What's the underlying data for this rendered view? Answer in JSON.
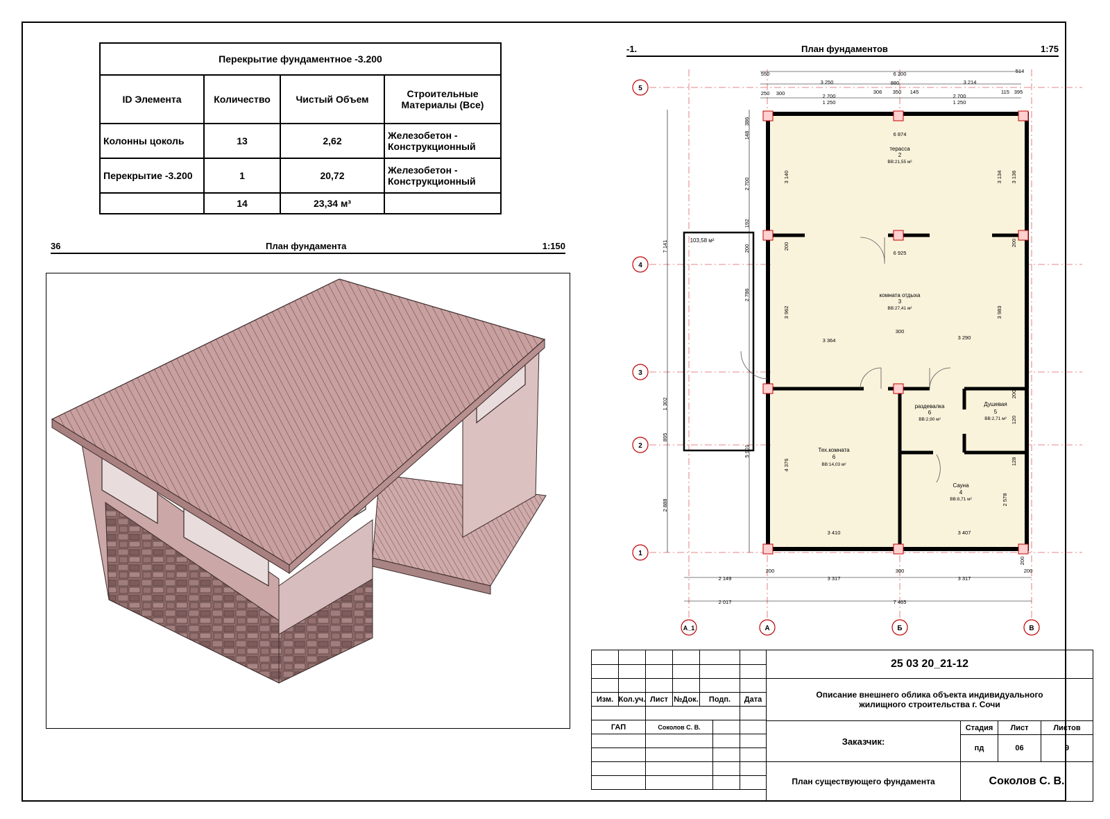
{
  "schedule": {
    "title": "Перекрытие фундаментное -3.200",
    "headers": [
      "ID Элемента",
      "Количество",
      "Чистый Объем",
      "Строительные Материалы (Все)"
    ],
    "rows": [
      {
        "id": "Колонны  цоколь",
        "qty": "13",
        "volume": "2,62",
        "material": "Железобетон - Конструкционный"
      },
      {
        "id": "Перекрытие -3.200",
        "qty": "1",
        "volume": "20,72",
        "material": "Железобетон - Конструкционный"
      }
    ],
    "total": {
      "qty": "14",
      "volume": "23,34 м³"
    }
  },
  "view_3d": {
    "number": "36",
    "title": "План фундамента",
    "scale": "1:150"
  },
  "view_plan": {
    "number": "-1.",
    "title": "План фундаментов",
    "scale": "1:75"
  },
  "plan": {
    "grid_rows": [
      "5",
      "4",
      "3",
      "2",
      "1"
    ],
    "grid_cols": [
      "А_1",
      "А",
      "Б",
      "В"
    ],
    "rooms": [
      {
        "name": "терасса",
        "num": "2",
        "area": "ВВ:21,55 м²"
      },
      {
        "name": "комната отдыха",
        "num": "3",
        "area": "ВВ:27,41 м²"
      },
      {
        "name": "раздевалка",
        "num": "6",
        "area": "ВВ:2,90 м²"
      },
      {
        "name": "Душевая",
        "num": "5",
        "area": "ВВ:2,71 м²"
      },
      {
        "name": "Тех.комната",
        "num": "6",
        "area": "ВВ:14,03 м²"
      },
      {
        "name": "Сауна",
        "num": "4",
        "area": "ВВ:8,71 м²"
      }
    ],
    "outside_area": "103,58 м²",
    "dims_top1": [
      "550",
      "3 250",
      "6 200",
      "3 214",
      "514"
    ],
    "dims_top2": [
      "250",
      "300",
      "2 700",
      "1 250",
      "306",
      "880",
      "350",
      "145",
      "2 700",
      "1 250",
      "115",
      "395"
    ],
    "dims_inner": [
      "6 874",
      "6 925",
      "3 364",
      "300",
      "3 290",
      "3 410",
      "3 407"
    ],
    "dims_left": [
      "386",
      "148",
      "2 700",
      "192",
      "200",
      "2 786",
      "1 302",
      "895",
      "2 888",
      "7 141",
      "5 901"
    ],
    "dims_vert_inner": [
      "3 140",
      "3 134",
      "3 136",
      "3 962",
      "3 983",
      "4 376",
      "2 578",
      "200",
      "200",
      "120",
      "128",
      "200",
      "200"
    ],
    "dims_bottom1": [
      "2 149",
      "200",
      "3 317",
      "300",
      "3 317",
      "200"
    ],
    "dims_bottom2": [
      "2 017",
      "7 465"
    ]
  },
  "titleblock": {
    "code": "25  03  20_21-12",
    "description": "Описание внешнего облика объекта индивидуального жилищного строительства  г. Сочи",
    "customer_label": "Заказчик:",
    "sheet_title": "План существующего фундамента",
    "author": "Соколов С. В.",
    "cols": [
      "Изм.",
      "Кол.уч.",
      "Лист",
      "№Док.",
      "Подп.",
      "Дата"
    ],
    "role": "ГАП",
    "role_name": "Соколов С. В.",
    "stage_label": "Стадия",
    "sheet_label": "Лист",
    "sheets_label": "Листов",
    "stage": "пд",
    "sheet": "06",
    "sheets": "9"
  }
}
